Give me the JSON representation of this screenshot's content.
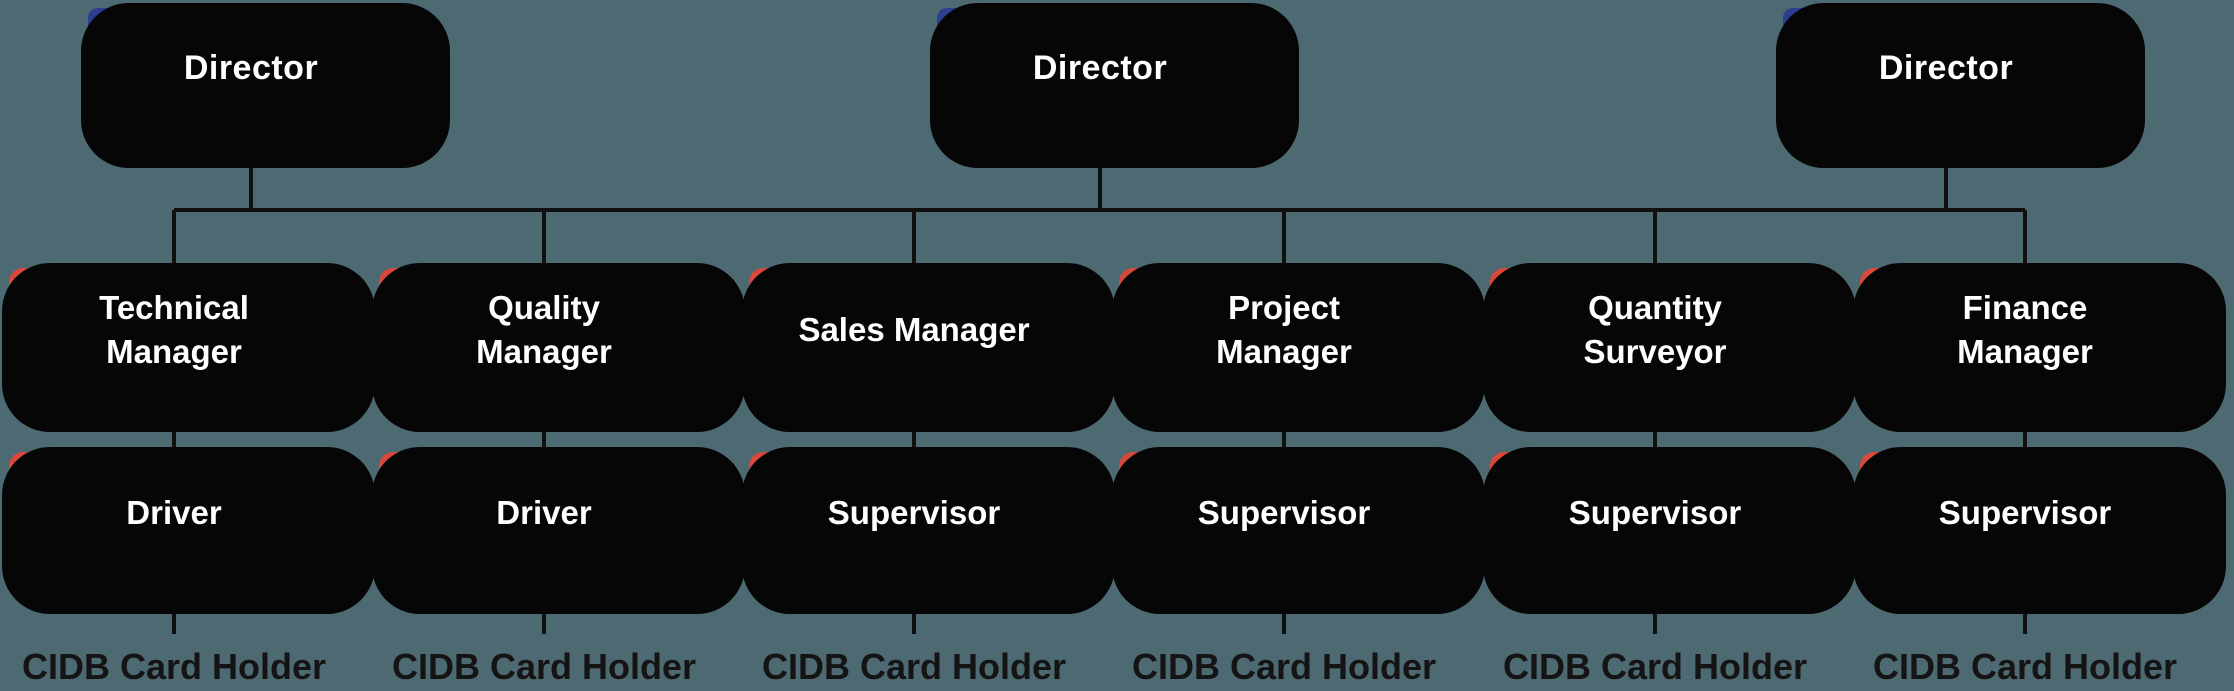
{
  "colors": {
    "background": "#4d6971",
    "director-fill": "#2b3e90",
    "node-fill": "#d8493b",
    "node-text": "#ffffff",
    "shadow": "#060606",
    "connector": "#101010",
    "label-text": "#141414"
  },
  "org_chart": {
    "directors": [
      {
        "label": "Director"
      },
      {
        "label": "Director"
      },
      {
        "label": "Director"
      }
    ],
    "columns": [
      {
        "manager": "Technical Manager",
        "staff": "Driver",
        "footer": "CIDB Card Holder"
      },
      {
        "manager": "Quality Manager",
        "staff": "Driver",
        "footer": "CIDB Card Holder"
      },
      {
        "manager": "Sales Manager",
        "staff": "Supervisor",
        "footer": "CIDB Card Holder"
      },
      {
        "manager": "Project Manager",
        "staff": "Supervisor",
        "footer": "CIDB Card Holder"
      },
      {
        "manager": "Quantity Surveyor",
        "staff": "Supervisor",
        "footer": "CIDB Card Holder"
      },
      {
        "manager": "Finance Manager",
        "staff": "Supervisor",
        "footer": "CIDB Card Holder"
      }
    ]
  }
}
